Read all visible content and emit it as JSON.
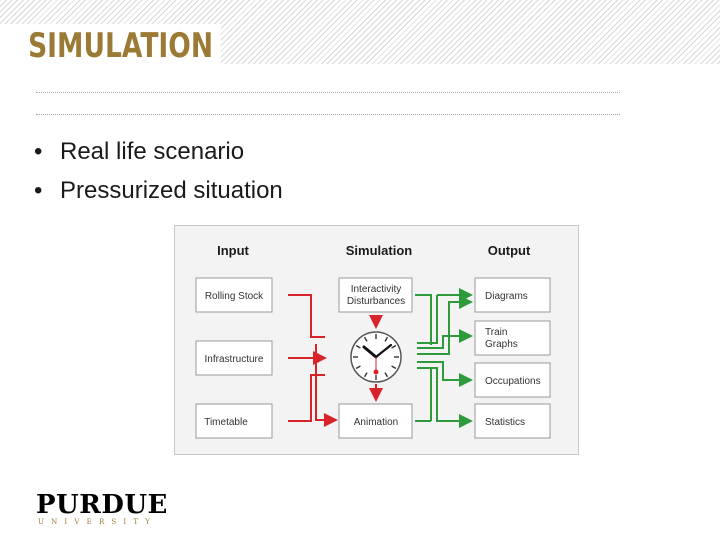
{
  "slide": {
    "title": "SIMULATION",
    "bullets": [
      "Real life scenario",
      "Pressurized situation"
    ],
    "bullet_glyph": "•"
  },
  "diagram": {
    "headers": {
      "input": "Input",
      "simulation": "Simulation",
      "output": "Output"
    },
    "inputs": [
      "Rolling Stock",
      "Infrastructure",
      "Timetable"
    ],
    "simulation": {
      "top_line1": "Interactivity",
      "top_line2": "Disturbances",
      "bottom": "Animation",
      "center_icon": "clock-icon"
    },
    "outputs": [
      {
        "line1": "Diagrams",
        "line2": ""
      },
      {
        "line1": "Train",
        "line2": "Graphs"
      },
      {
        "line1": "Occupations",
        "line2": ""
      },
      {
        "line1": "Statistics",
        "line2": ""
      }
    ],
    "colors": {
      "input_arrows": "#d9232a",
      "output_arrows": "#2e9a3b"
    }
  },
  "logo": {
    "name": "PURDUE",
    "sub": "UNIVERSITY"
  },
  "theme": {
    "accent": "#9a7a35"
  }
}
